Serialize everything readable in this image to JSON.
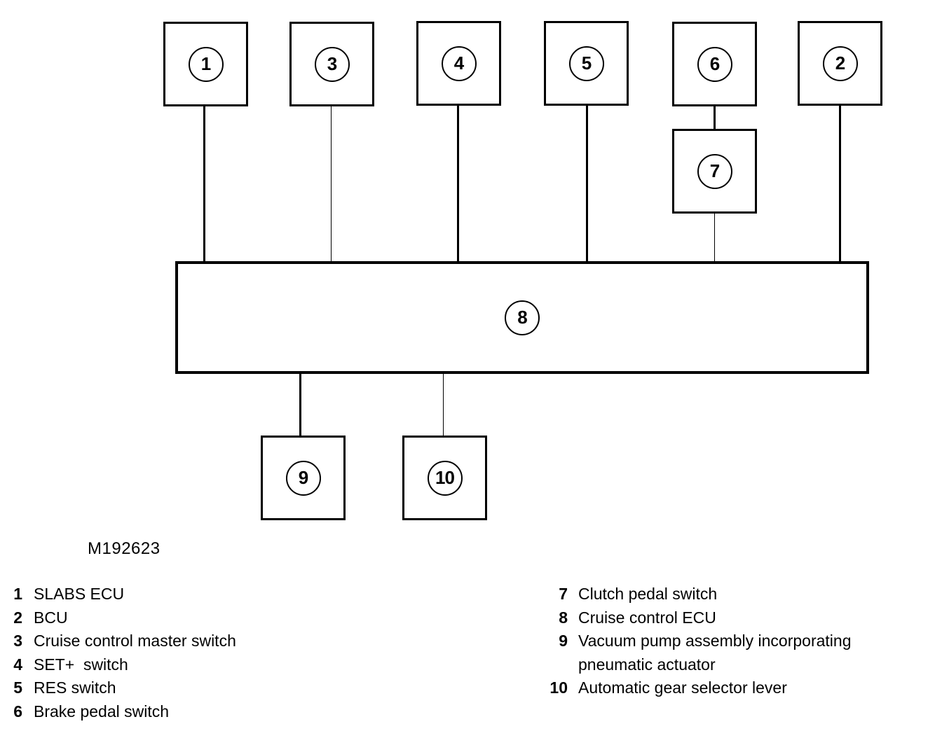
{
  "page": {
    "background_color": "#ffffff",
    "ink_color": "#000000"
  },
  "diagram": {
    "caption": "M192623",
    "nodes": {
      "n1": "1",
      "n2": "2",
      "n3": "3",
      "n4": "4",
      "n5": "5",
      "n6": "6",
      "n7": "7",
      "n8": "8",
      "n9": "9",
      "n10": "10"
    },
    "connections": [
      "1-8",
      "3-8",
      "4-8",
      "5-8",
      "2-8",
      "6-7",
      "7-8",
      "8-9",
      "8-10"
    ]
  },
  "legend": {
    "left": [
      {
        "num": "1",
        "text": "SLABS ECU"
      },
      {
        "num": "2",
        "text": "BCU"
      },
      {
        "num": "3",
        "text": "Cruise control master switch"
      },
      {
        "num": "4",
        "text": "SET+  switch"
      },
      {
        "num": "5",
        "text": "RES switch"
      },
      {
        "num": "6",
        "text": "Brake pedal switch"
      }
    ],
    "right": [
      {
        "num": "7",
        "text": "Clutch pedal switch"
      },
      {
        "num": "8",
        "text": "Cruise control ECU"
      },
      {
        "num": "9",
        "text": "Vacuum pump assembly incorporating",
        "text2": "pneumatic actuator"
      },
      {
        "num": "10",
        "text": "Automatic gear selector lever"
      }
    ]
  }
}
